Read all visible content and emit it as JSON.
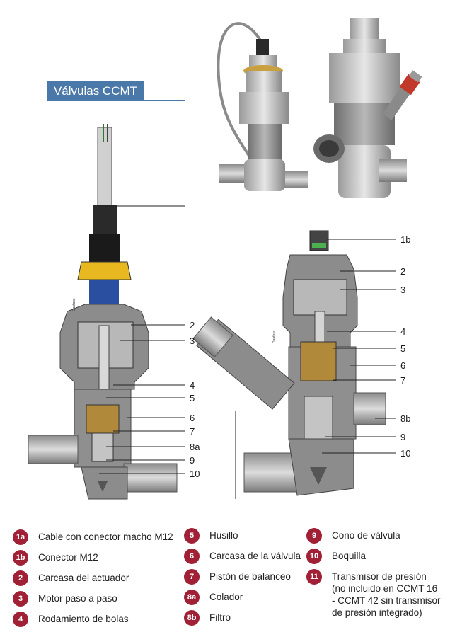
{
  "title": "Válvulas CCMT",
  "brand_text": "Danfoss",
  "colors": {
    "title_bar": "#4a78a8",
    "badge": "#a02035",
    "housing": "#8a8a8a",
    "brass": "#b08a3a",
    "blue": "#2a4fa0",
    "yellow": "#e8b820"
  },
  "left_callouts": [
    "2",
    "3",
    "4",
    "5",
    "6",
    "7",
    "8a",
    "9",
    "10"
  ],
  "right_callouts": [
    "1b",
    "2",
    "3",
    "4",
    "5",
    "6",
    "7",
    "8b",
    "9",
    "10"
  ],
  "legend": [
    {
      "badge": "1a",
      "label": "Cable con conector macho M12"
    },
    {
      "badge": "1b",
      "label": "Conector M12"
    },
    {
      "badge": "2",
      "label": "Carcasa del actuador"
    },
    {
      "badge": "3",
      "label": "Motor paso a paso"
    },
    {
      "badge": "4",
      "label": "Rodamiento de bolas"
    },
    {
      "badge": "5",
      "label": "Husillo"
    },
    {
      "badge": "6",
      "label": "Carcasa de la válvula"
    },
    {
      "badge": "7",
      "label": "Pistón de balanceo"
    },
    {
      "badge": "8a",
      "label": "Colador"
    },
    {
      "badge": "8b",
      "label": "Filtro"
    },
    {
      "badge": "9",
      "label": "Cono de válvula"
    },
    {
      "badge": "10",
      "label": "Boquilla"
    },
    {
      "badge": "11",
      "label": "Transmisor de presión",
      "line2": "(no incluido en CCMT 16",
      "line3": "- CCMT 42 sin transmisor",
      "line4": "de presión integrado)"
    }
  ]
}
